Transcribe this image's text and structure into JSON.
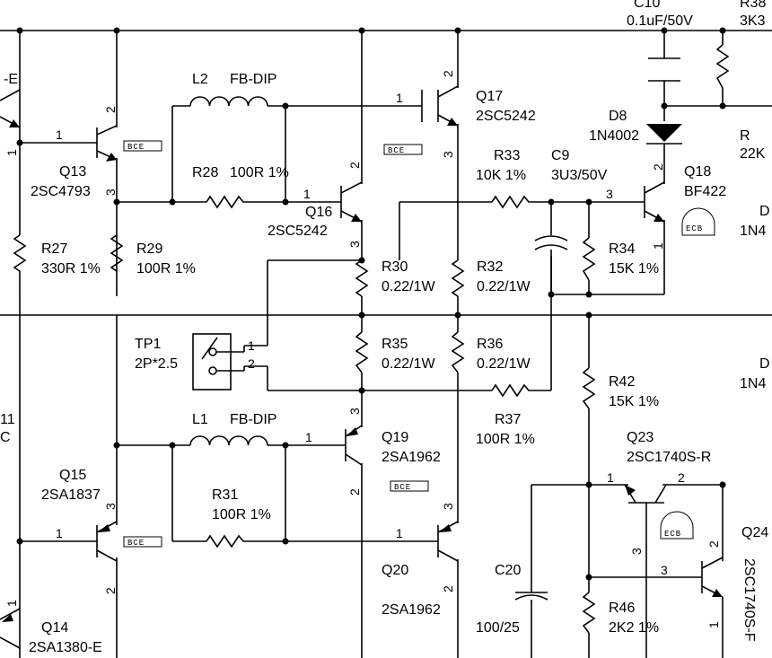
{
  "colors": {
    "ink": "#000000",
    "background": "#ffffff"
  },
  "edge_left": {
    "top_label": "-E",
    "mid_label_1": "11",
    "mid_label_2": "C"
  },
  "edge_right": {
    "r38_top": "R38",
    "r38_val": "3K3",
    "r_top": "R",
    "r_val": "22K",
    "d_top": "D",
    "d_val": "1N4",
    "d2_top": "D",
    "d2_val": "1N4",
    "q24": "Q24",
    "q24_part": "2SC1740S-F"
  },
  "components": {
    "c10": {
      "ref": "C10",
      "value": "0.1uF/50V"
    },
    "l2": {
      "ref": "L2",
      "value": "FB-DIP"
    },
    "l1": {
      "ref": "L1",
      "value": "FB-DIP"
    },
    "q17": {
      "ref": "Q17",
      "part": "2SC5242",
      "pkg": "BCE"
    },
    "q13": {
      "ref": "Q13",
      "part": "2SC4793",
      "pkg": "BCE"
    },
    "q16": {
      "ref": "Q16",
      "part": "2SC5242",
      "pkg": "BCE"
    },
    "d8": {
      "ref": "D8",
      "part": "1N4002"
    },
    "q18": {
      "ref": "Q18",
      "part": "BF422",
      "pkg": "ECB"
    },
    "r28": {
      "ref": "R28",
      "value": "100R 1%"
    },
    "r33": {
      "ref": "R33",
      "value": "10K 1%"
    },
    "c9": {
      "ref": "C9",
      "value": "3U3/50V"
    },
    "r27": {
      "ref": "R27",
      "value": "330R 1%"
    },
    "r29": {
      "ref": "R29",
      "value": "100R 1%"
    },
    "r30": {
      "ref": "R30",
      "value": "0.22/1W"
    },
    "r32": {
      "ref": "R32",
      "value": "0.22/1W"
    },
    "r34": {
      "ref": "R34",
      "value": "15K 1%"
    },
    "tp1": {
      "ref": "TP1",
      "value": "2P*2.5"
    },
    "r35": {
      "ref": "R35",
      "value": "0.22/1W"
    },
    "r36": {
      "ref": "R36",
      "value": "0.22/1W"
    },
    "r42": {
      "ref": "R42",
      "value": "15K 1%"
    },
    "r37": {
      "ref": "R37",
      "value": "100R 1%"
    },
    "q19": {
      "ref": "Q19",
      "part": "2SA1962",
      "pkg": "BCE"
    },
    "q15": {
      "ref": "Q15",
      "part": "2SA1837",
      "pkg": "BCE"
    },
    "r31": {
      "ref": "R31",
      "value": "100R 1%"
    },
    "q23": {
      "ref": "Q23",
      "part": "2SC1740S-R",
      "pkg": "ECB"
    },
    "q20": {
      "ref": "Q20",
      "part": "2SA1962"
    },
    "c20": {
      "ref": "C20",
      "value": "100/25"
    },
    "r46": {
      "ref": "R46",
      "value": "2K2 1%"
    },
    "q14": {
      "ref": "Q14",
      "part": "2SA1380-E"
    }
  },
  "pins": {
    "p1": "1",
    "p2": "2",
    "p3": "3"
  }
}
